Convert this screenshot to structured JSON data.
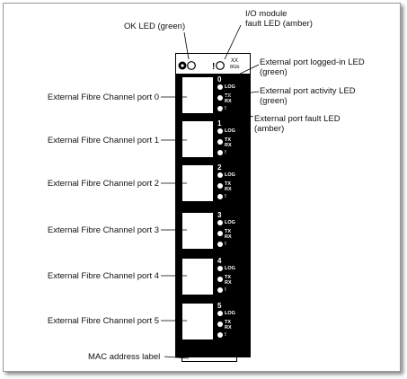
{
  "labels": {
    "ok_led": "OK LED (green)",
    "io_fault_led_l1": "I/O module",
    "io_fault_led_l2": "fault LED (amber)",
    "logged_in_led_l1": "External port logged-in LED",
    "logged_in_led_l2": "(green)",
    "activity_led_l1": "External port activity LED",
    "activity_led_l2": "(green)",
    "fault_led_l1": "External port fault LED",
    "fault_led_l2": "(amber)",
    "mac_label": "MAC address label"
  },
  "ports": [
    {
      "label": "External Fibre Channel port 0",
      "num": "0"
    },
    {
      "label": "External Fibre Channel port 1",
      "num": "1"
    },
    {
      "label": "External Fibre Channel port 2",
      "num": "2"
    },
    {
      "label": "External Fibre Channel port 3",
      "num": "3"
    },
    {
      "label": "External Fibre Channel port 4",
      "num": "4"
    },
    {
      "label": "External Fibre Channel port 5",
      "num": "5"
    }
  ],
  "module": {
    "speed": "8Gb",
    "led_log": "LOG",
    "led_tx": "TX",
    "led_rx": "RX",
    "led_fault": "!"
  }
}
